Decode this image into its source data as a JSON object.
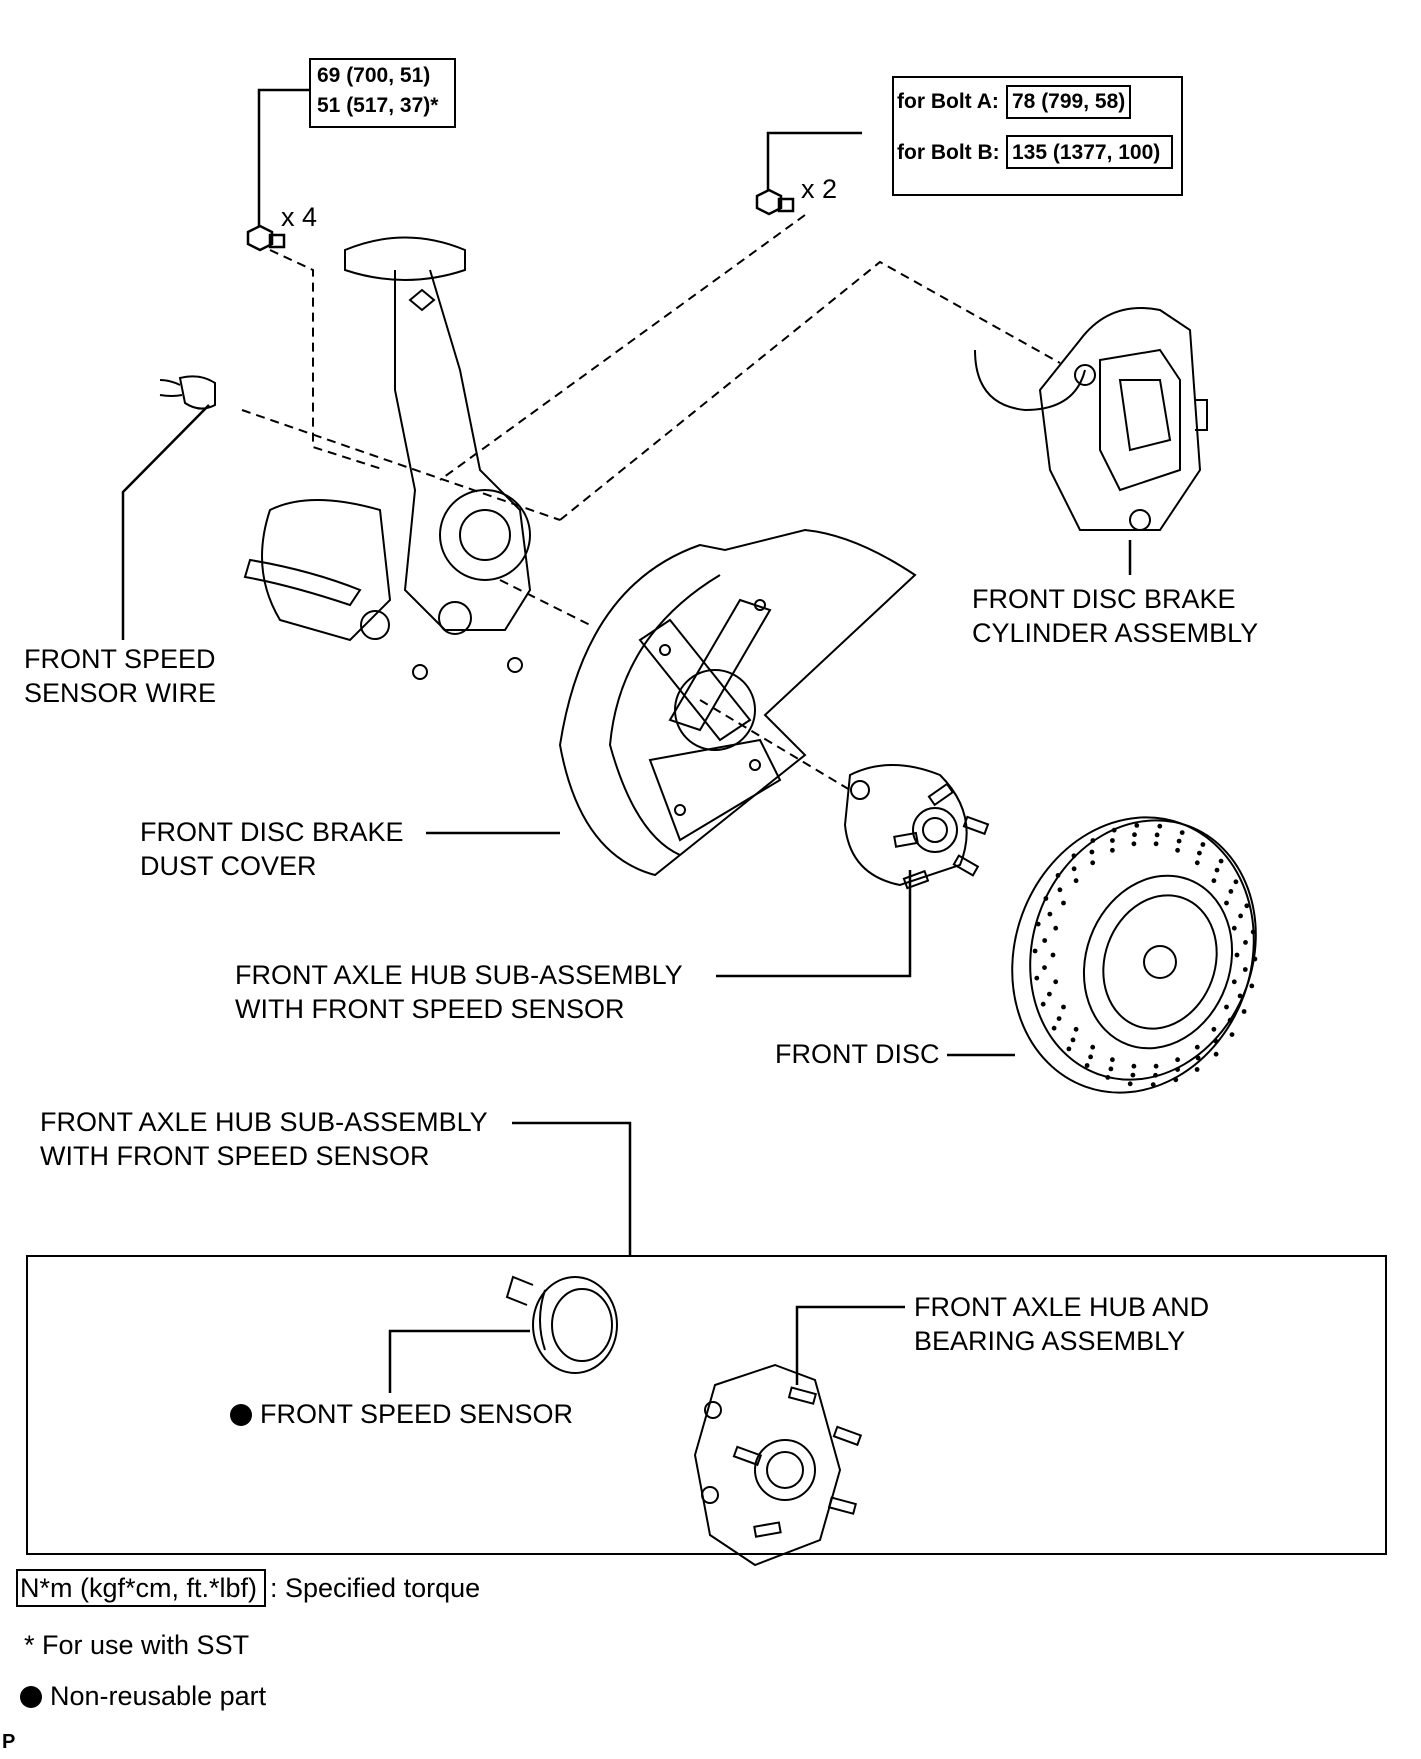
{
  "torque_spec_1": {
    "line1": "69 (700, 51)",
    "line2": "51 (517, 37)*"
  },
  "torque_spec_2": {
    "bolt_a_label": "for Bolt A:",
    "bolt_a_value": "78 (799, 58)",
    "bolt_b_label": "for Bolt B:",
    "bolt_b_value": "135 (1377, 100)"
  },
  "counts": {
    "x4": "x 4",
    "x2": "x 2"
  },
  "labels": {
    "cylinder_line1": "FRONT DISC BRAKE",
    "cylinder_line2": "CYLINDER ASSEMBLY",
    "wire_line1": "FRONT SPEED",
    "wire_line2": "SENSOR WIRE",
    "dust_line1": "FRONT DISC BRAKE",
    "dust_line2": "DUST COVER",
    "hub_line1": "FRONT AXLE HUB SUB-ASSEMBLY",
    "hub_line2": "WITH FRONT SPEED SENSOR",
    "disc": "FRONT DISC",
    "hub2_line1": "FRONT AXLE HUB SUB-ASSEMBLY",
    "hub2_line2": "WITH FRONT SPEED SENSOR",
    "bearing_line1": "FRONT AXLE HUB AND",
    "bearing_line2": "BEARING ASSEMBLY",
    "speed_sensor": "FRONT SPEED SENSOR"
  },
  "legend": {
    "torque_box": "N*m (kgf*cm, ft.*lbf)",
    "torque_text": ": Specified torque",
    "sst": "* For use with SST",
    "nonreusable": "Non-reusable part"
  },
  "corner_mark": "P"
}
